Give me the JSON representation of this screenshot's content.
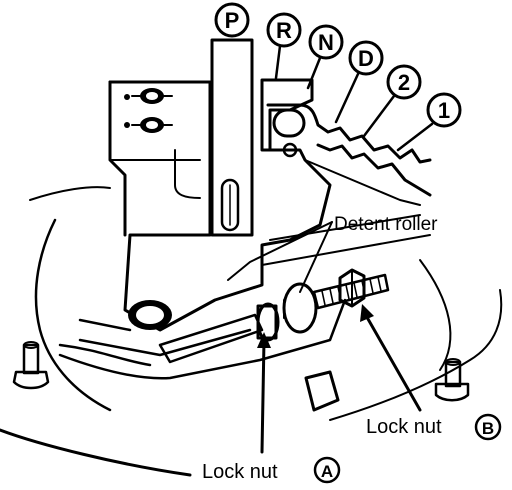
{
  "gear_positions": [
    "P",
    "R",
    "N",
    "D",
    "2",
    "1"
  ],
  "callouts": {
    "detent_roller": "Detent roller",
    "lock_nut_a": {
      "text": "Lock nut",
      "letter": "A"
    },
    "lock_nut_b": {
      "text": "Lock nut",
      "letter": "B"
    }
  }
}
